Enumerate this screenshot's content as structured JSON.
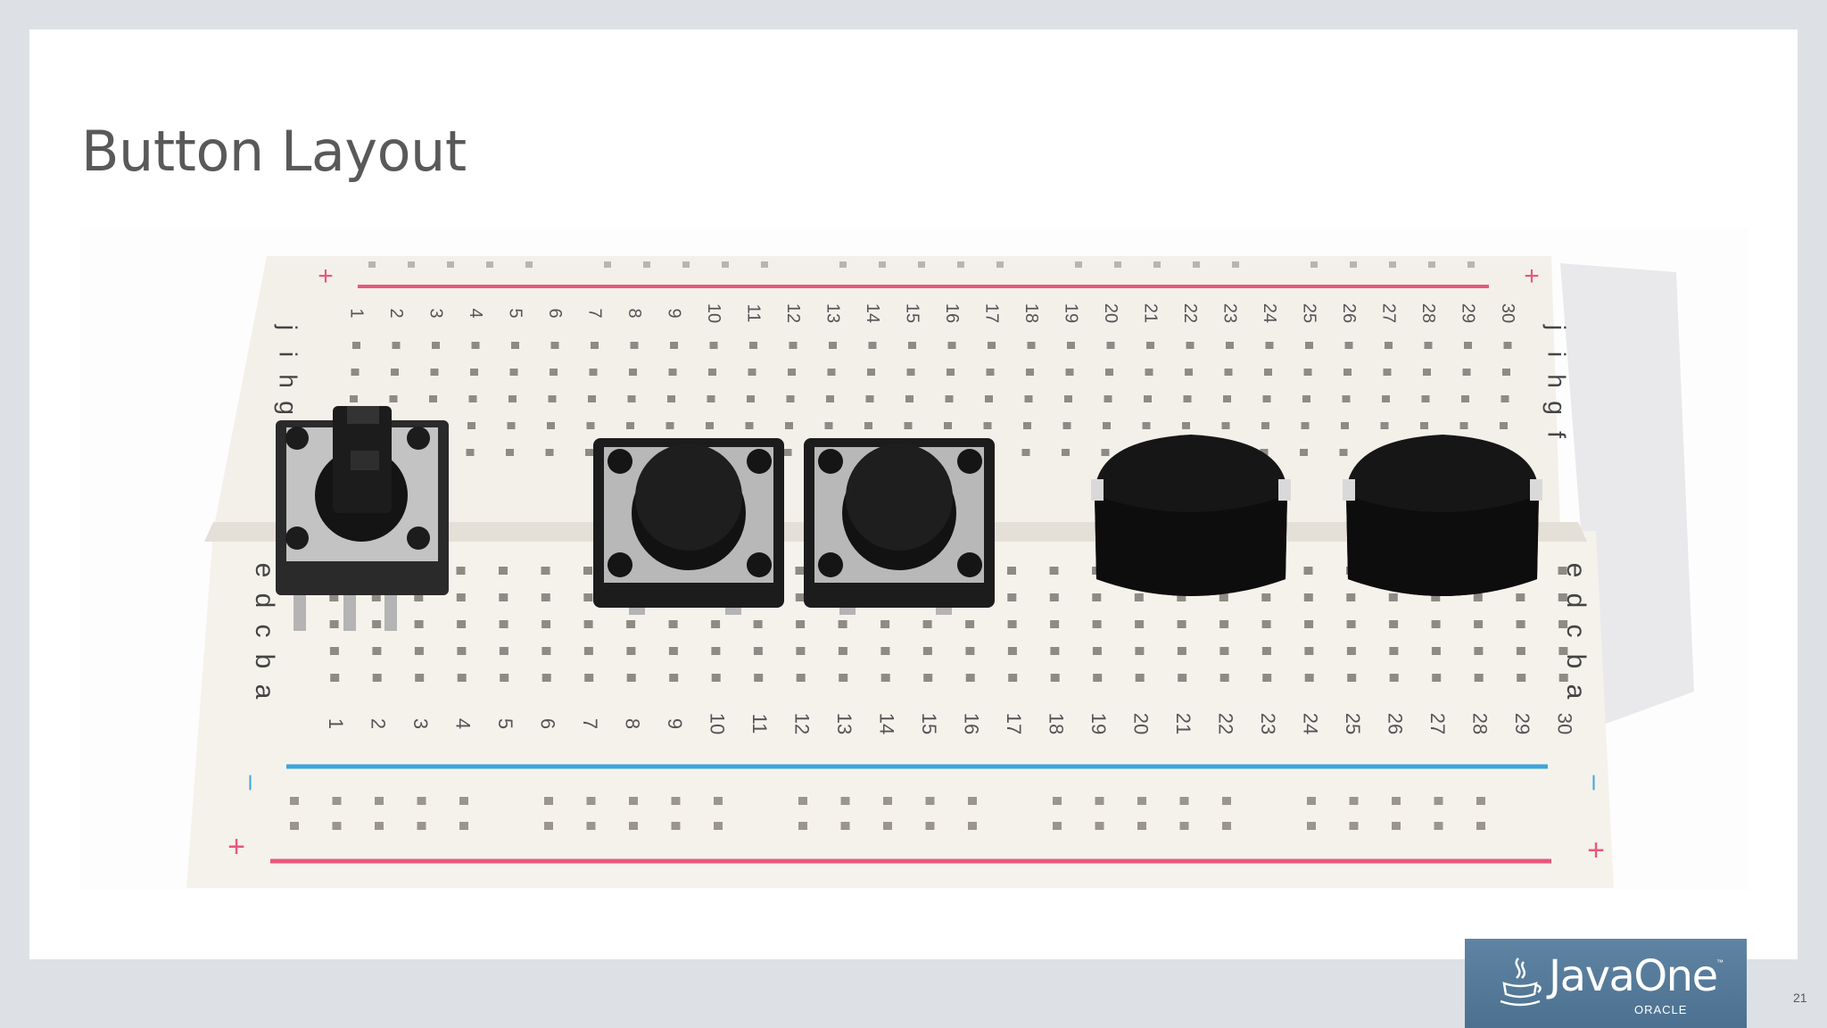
{
  "slide": {
    "title": "Button Layout",
    "page_number": "21"
  },
  "photo": {
    "description_icon": "breadboard-with-push-buttons-photo",
    "column_numbers": [
      "1",
      "2",
      "3",
      "4",
      "5",
      "6",
      "7",
      "8",
      "9",
      "10",
      "11",
      "12",
      "13",
      "14",
      "15",
      "16",
      "17",
      "18",
      "19",
      "20",
      "21",
      "22",
      "23",
      "24",
      "25",
      "26",
      "27",
      "28",
      "29",
      "30"
    ],
    "top_row_letters": [
      "f",
      "g",
      "h",
      "i",
      "j"
    ],
    "bottom_row_letters": [
      "a",
      "b",
      "c",
      "d",
      "e"
    ],
    "plus_sign": "+",
    "minus_sign": "–",
    "colors": {
      "breadboard": "#f3f0ea",
      "rail_red": "#e8577a",
      "rail_blue": "#3aa6dc",
      "button_black": "#1c1c1c",
      "metal": "#b4b4b4"
    }
  },
  "logo": {
    "brand": "JavaOne",
    "trademark": "™",
    "company": "ORACLE",
    "icon": "java-cup-icon",
    "colors": {
      "background": "#5a7f9e",
      "text": "#ffffff"
    }
  }
}
